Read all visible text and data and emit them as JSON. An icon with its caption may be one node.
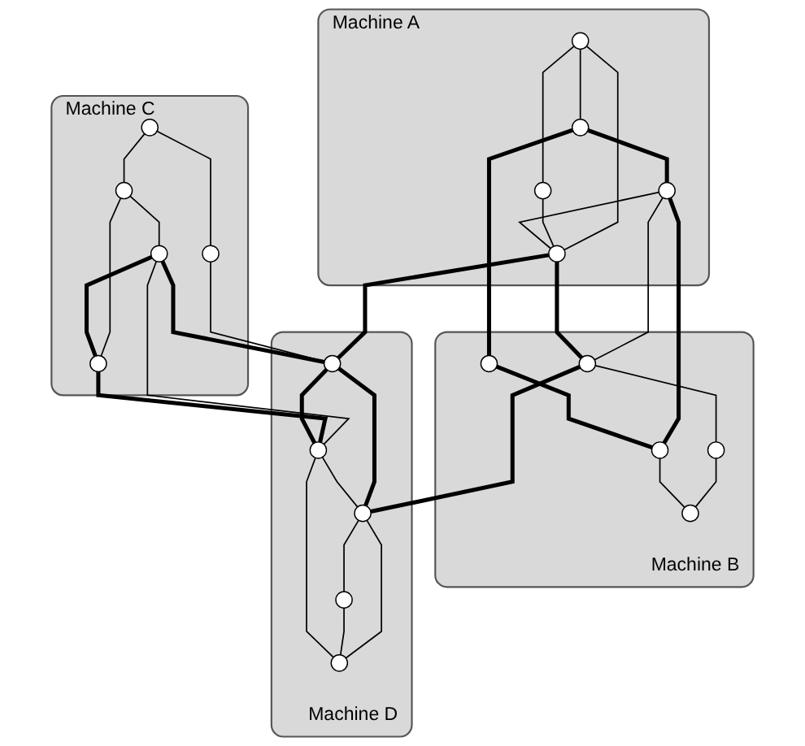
{
  "diagram": {
    "nodes": [
      {
        "text": [
          "Machine A"
        ]
      },
      {
        "text": [],
        "shape": "circle",
        "in": 0
      },
      {
        "text": [],
        "shape": "circle",
        "in": 0
      },
      {
        "text": [],
        "shape": "circle",
        "in": 0
      },
      {
        "text": [],
        "shape": "circle",
        "in": 0
      },
      {
        "text": [],
        "shape": "circle",
        "in": 0
      },
      {
        "text": [
          "Machine C"
        ]
      },
      {
        "text": [],
        "shape": "circle",
        "in": 6
      },
      {
        "text": [],
        "shape": "circle",
        "in": 6
      },
      {
        "text": [],
        "shape": "circle",
        "in": 6
      },
      {
        "text": [],
        "shape": "circle",
        "in": 6
      },
      {
        "text": [],
        "shape": "circle",
        "in": 6
      },
      {
        "text": [
          "Machine B"
        ]
      },
      {
        "text": [],
        "shape": "circle",
        "in": 12
      },
      {
        "text": [],
        "shape": "circle",
        "in": 12
      },
      {
        "text": [],
        "shape": "circle",
        "in": 12
      },
      {
        "text": [],
        "shape": "circle",
        "in": 12
      },
      {
        "text": [],
        "shape": "circle",
        "in": 12
      },
      {
        "text": [
          "Machine D"
        ]
      },
      {
        "text": [],
        "shape": "circle",
        "in": 18
      },
      {
        "text": [],
        "shape": "circle",
        "in": 18
      },
      {
        "text": [],
        "shape": "circle",
        "in": 18
      },
      {
        "text": [],
        "shape": "circle",
        "in": 18
      },
      {
        "text": [],
        "shape": "circle",
        "in": 18
      }
    ],
    "edges": [
      {
        "from": 1,
        "to": 2,
        "arrow": "none"
      },
      {
        "from": 1,
        "to": 3,
        "arrow": "none"
      },
      {
        "from": 1,
        "to": 5,
        "arrow": "none"
      },
      {
        "from": 2,
        "to": 5,
        "arrow": "none"
      },
      {
        "from": 3,
        "to": 4,
        "arrow": "none",
        "style": "thick"
      },
      {
        "from": 4,
        "to": 5,
        "arrow": "none"
      },
      {
        "from": 3,
        "to": 13,
        "arrow": "none",
        "style": "thick"
      },
      {
        "from": 4,
        "to": 15,
        "arrow": "none",
        "style": "thick"
      },
      {
        "from": 4,
        "to": 14,
        "arrow": "none"
      },
      {
        "from": 5,
        "to": 14,
        "arrow": "none",
        "style": "thick"
      },
      {
        "from": 5,
        "to": 19,
        "arrow": "none",
        "style": "thick"
      },
      {
        "from": 7,
        "to": 8,
        "arrow": "none"
      },
      {
        "from": 7,
        "to": 9,
        "arrow": "none"
      },
      {
        "from": 8,
        "to": 10,
        "arrow": "none"
      },
      {
        "from": 8,
        "to": 11,
        "arrow": "none"
      },
      {
        "from": 10,
        "to": 11,
        "arrow": "none",
        "style": "thick"
      },
      {
        "from": 9,
        "to": 19,
        "arrow": "none"
      },
      {
        "from": 10,
        "to": 19,
        "arrow": "none",
        "style": "thick"
      },
      {
        "from": 10,
        "to": 21,
        "arrow": "none"
      },
      {
        "from": 11,
        "to": 21,
        "arrow": "none",
        "style": "thick"
      },
      {
        "from": 13,
        "to": 15,
        "arrow": "none",
        "style": "thick"
      },
      {
        "from": 14,
        "to": 16,
        "arrow": "none"
      },
      {
        "from": 16,
        "to": 17,
        "arrow": "none"
      },
      {
        "from": 15,
        "to": 17,
        "arrow": "none"
      },
      {
        "from": 14,
        "to": 20,
        "arrow": "none",
        "style": "thick"
      },
      {
        "from": 19,
        "to": 20,
        "arrow": "none",
        "style": "thick"
      },
      {
        "from": 19,
        "to": 21,
        "arrow": "none",
        "style": "thick"
      },
      {
        "from": 21,
        "to": 20,
        "arrow": "none"
      },
      {
        "from": 20,
        "to": 22,
        "arrow": "none"
      },
      {
        "from": 20,
        "to": 23,
        "arrow": "none"
      },
      {
        "from": 22,
        "to": 23,
        "arrow": "none"
      },
      {
        "from": 21,
        "to": 23,
        "arrow": "none"
      }
    ]
  }
}
